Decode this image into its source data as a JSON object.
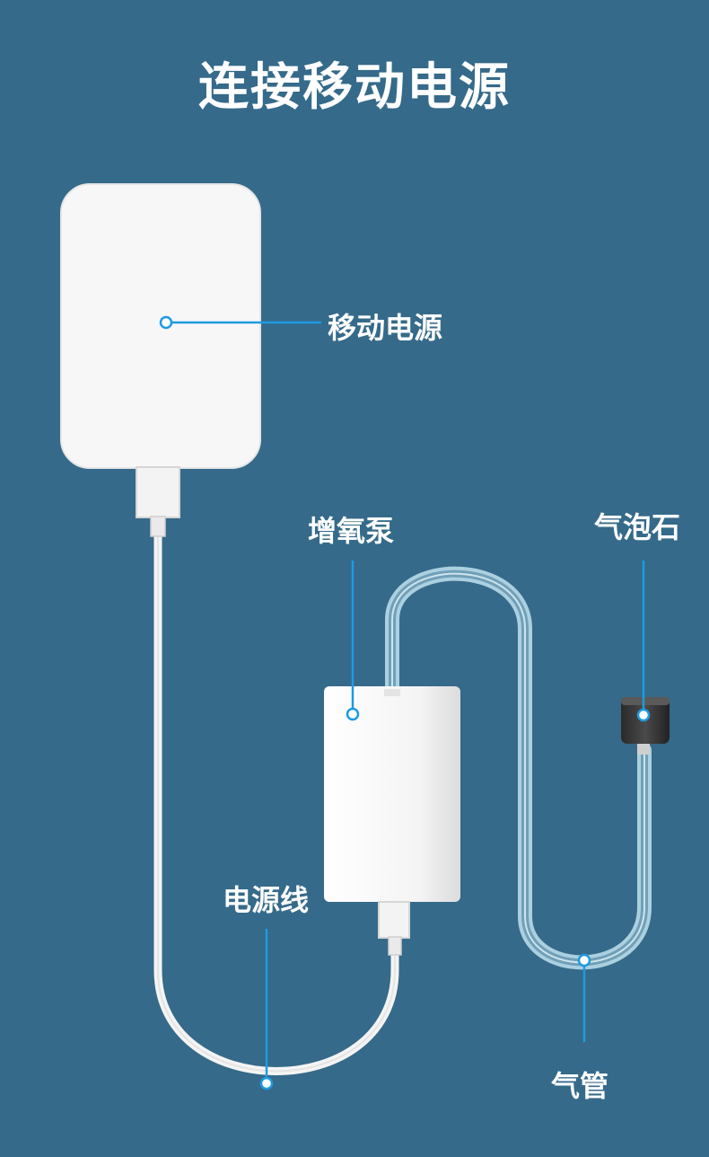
{
  "title": "连接移动电源",
  "labels": {
    "power_bank": "移动电源",
    "pump": "增氧泵",
    "air_stone": "气泡石",
    "power_cable": "电源线",
    "air_tube": "气管"
  },
  "colors": {
    "background": "#356a8a",
    "callout": "#1e9be0",
    "device": "#f7f7f7",
    "text": "#ffffff"
  }
}
